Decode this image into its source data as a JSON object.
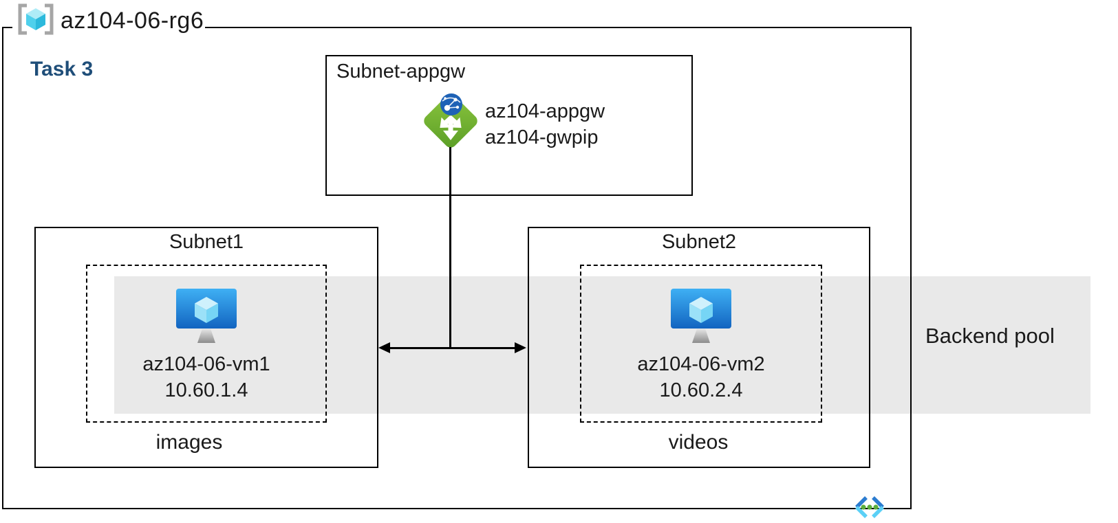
{
  "resource_group": {
    "name": "az104-06-rg6"
  },
  "task_label": "Task 3",
  "backend_pool_label": "Backend pool",
  "appgw_subnet": {
    "title": "Subnet-appgw",
    "gateway_name": "az104-appgw",
    "public_ip_name": "az104-gwpip"
  },
  "subnet1": {
    "title": "Subnet1",
    "vm_name": "az104-06-vm1",
    "vm_ip": "10.60.1.4",
    "container_label": "images"
  },
  "subnet2": {
    "title": "Subnet2",
    "vm_name": "az104-06-vm2",
    "vm_ip": "10.60.2.4",
    "container_label": "videos"
  },
  "icons": {
    "resource_group": "resource-group-icon",
    "application_gateway": "application-gateway-icon",
    "virtual_machine": "virtual-machine-icon",
    "virtual_network": "virtual-network-icon"
  },
  "colors": {
    "backend_band_gray": "#e9e9e9",
    "task_label_blue": "#1f4e79",
    "appgw_green": "#6bb02d",
    "globe_blue": "#1e62b6",
    "vm_screen_blue": "#1d74d4",
    "vm_cube_cyan": "#9be1f8",
    "vnet_dark_blue": "#2b7cd0",
    "vnet_light_cyan": "#5bd0f6",
    "vnet_dot_green": "#5cae3c",
    "rg_bracket_gray": "#a6a6a6",
    "rg_cube_cyan": "#4fd0ec",
    "line_black": "#000000",
    "text_dark": "#1a1a1a"
  }
}
